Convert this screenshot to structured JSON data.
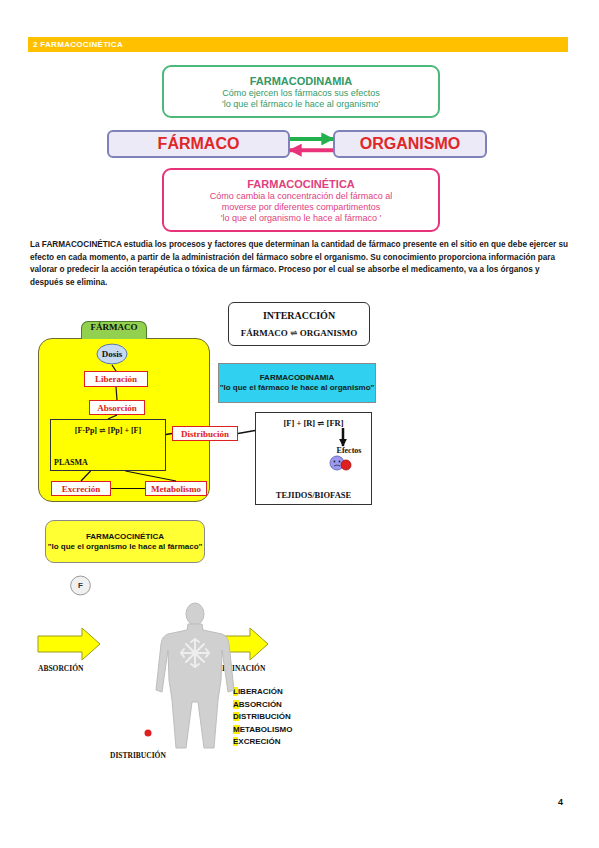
{
  "diagram": {
    "nodes": [
      {
        "text": [
          "2 FARMACOCINÉTICA"
        ]
      },
      {
        "text": [
          "FARMACODINAMIA",
          "Cómo ejercen los fármacos sus efectos",
          "'lo que el fármaco le hace al organismo'"
        ]
      },
      {
        "text": [
          "FÁRMACO"
        ]
      },
      {
        "text": [
          "ORGANISMO"
        ]
      },
      {
        "text": [
          "FARMACOCINÉTICA",
          "Cómo cambia la concentración del fármaco al moverse por diferentes compartimentos",
          "'lo que el organismo le hace al fármaco '"
        ]
      },
      {
        "text": [
          "FÁRMACO"
        ]
      },
      {
        "text": [
          "Dosis"
        ],
        "in": 5
      },
      {
        "text": [
          "Liberación"
        ],
        "in": 5
      },
      {
        "text": [
          "Absorción"
        ],
        "in": 5
      },
      {
        "text": [
          "[F-Pp] ⇌ [Pp] + [F]",
          "PLASMA"
        ],
        "in": 5
      },
      {
        "text": [
          "Distribución"
        ]
      },
      {
        "text": [
          "Excreción"
        ],
        "in": 5
      },
      {
        "text": [
          "Metabolismo"
        ],
        "in": 5
      },
      {
        "text": [
          "INTERACCIÓN",
          "FÁRMACO ⇌ ORGANISMO"
        ]
      },
      {
        "text": [
          "FARMACODINAMIA",
          "\"lo que el fármaco le hace al organismo\""
        ]
      },
      {
        "text": [
          "[F] + [R] ⇌ [FR]",
          "Efectos",
          "TEJIDOS/BIOFASE"
        ]
      },
      {
        "text": [
          "FARMACOCINÉTICA",
          "\"lo que el organismo le hace al fármaco\""
        ]
      },
      {
        "text": [
          "F"
        ]
      }
    ],
    "edges": [
      {
        "from": 2,
        "to": 3,
        "arrow": "to"
      },
      {
        "from": 3,
        "to": 2,
        "arrow": "to"
      },
      {
        "from": 6,
        "to": 7,
        "arrow": "none"
      },
      {
        "from": 7,
        "to": 8,
        "arrow": "none"
      },
      {
        "from": 8,
        "to": 9,
        "arrow": "none"
      },
      {
        "from": 9,
        "to": 10,
        "arrow": "none"
      },
      {
        "from": 10,
        "to": 15,
        "arrow": "none"
      },
      {
        "from": 9,
        "to": 11,
        "arrow": "none"
      },
      {
        "from": 9,
        "to": 12,
        "arrow": "none"
      },
      {
        "from": 12,
        "to": 11,
        "arrow": "none"
      }
    ],
    "labels": [
      "La FARMACOCINÉTICA estudia los procesos y factores que determinan la cantidad de fármaco presente en el sitio en que debe ejercer su efecto en cada momento, a partir de la administración del fármaco sobre el organismo. Su conocimiento proporciona información para valorar o predecir la acción terapéutica o tóxica de un fármaco. Proceso por el cual se absorbe el medicamento, va a los órganos y después se elimina.",
      "ABSORCIÓN",
      "ELIMINACIÓN",
      "DISTRIBUCIÓN",
      "LIBERACIÓN",
      "ABSORCIÓN",
      "DISTRIBUCIÓN",
      "METABOLISMO",
      "EXCRECIÓN",
      "4"
    ]
  }
}
